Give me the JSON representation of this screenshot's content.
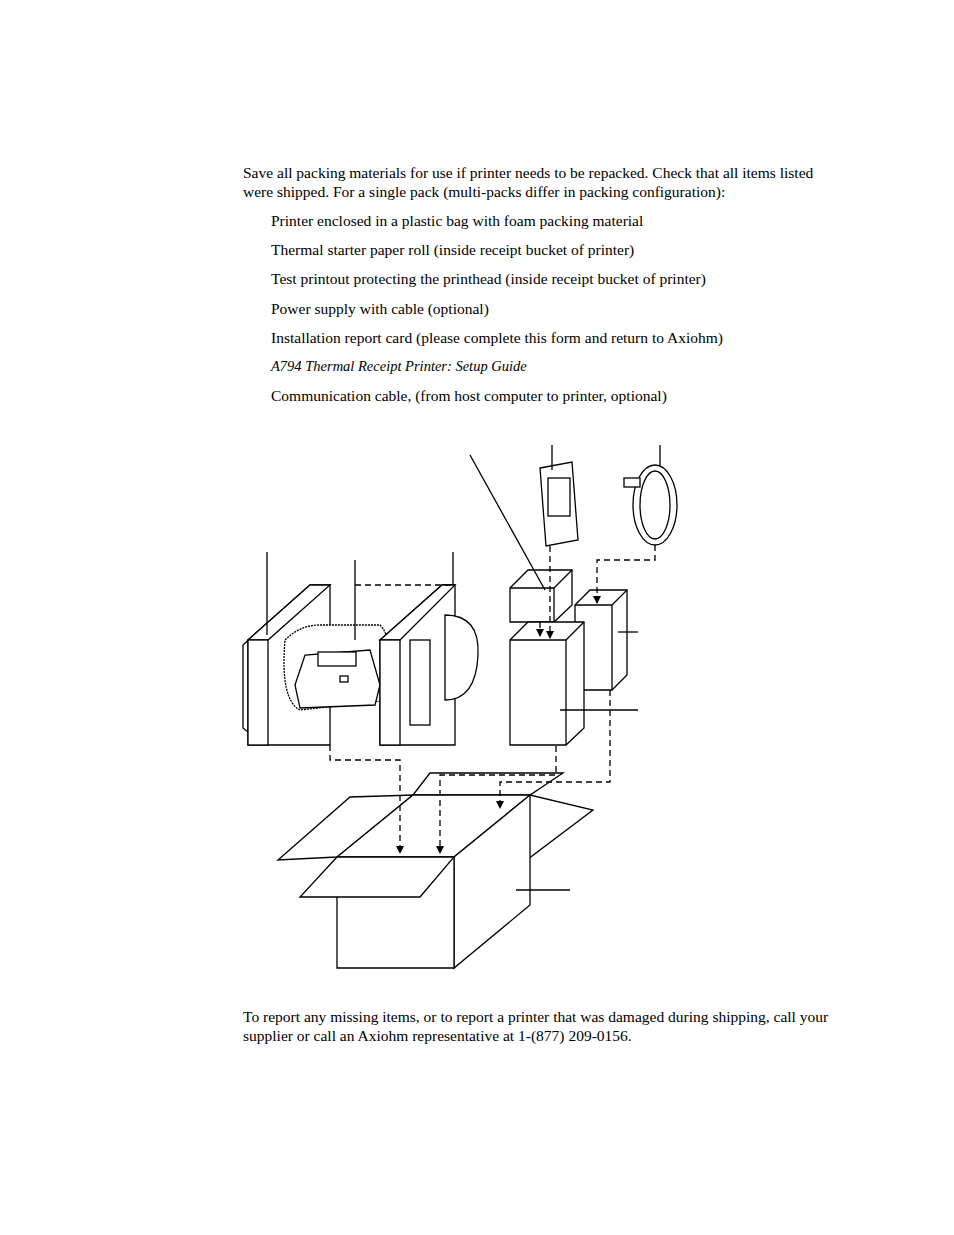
{
  "diagram": {
    "labels": [
      "Save all packing materials for use if printer needs to be repacked. Check that all items listed were shipped. For a single pack (multi-packs differ in packing configuration):",
      "Printer enclosed in a plastic bag with foam packing material",
      "Thermal starter paper roll (inside receipt bucket of printer)",
      "Test printout protecting the printhead (inside receipt bucket of printer)",
      "Power supply with cable (optional)",
      "Installation report card (please complete this form and return to Axiohm)",
      "A794 Thermal Receipt Printer: Setup Guide",
      "Communication cable, (from host computer to printer, optional)",
      "To report any missing items, or to report a printer that was damaged during shipping, call your supplier or call an Axiohm representative at 1-(877) 209-0156."
    ]
  }
}
